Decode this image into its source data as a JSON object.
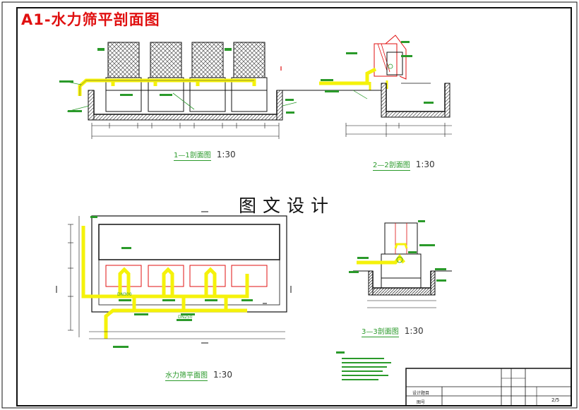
{
  "sheet": {
    "title": "A1-水力筛平剖面图",
    "watermark": "图文设计",
    "page_number": "2/5"
  },
  "views": [
    {
      "name": "1—1剖面图",
      "scale": "1:30"
    },
    {
      "name": "2—2剖面图",
      "scale": "1:30"
    },
    {
      "name": "水力筛平面图",
      "scale": "1:30"
    },
    {
      "name": "3—3剖面图",
      "scale": "1:30"
    }
  ],
  "labels": {
    "pipe_dn250": "DN250",
    "pipe_dn300": "DN300"
  },
  "title_block": {
    "row1": "设计题目",
    "row2": "图号"
  },
  "colors": {
    "pipe": "#f5f20a",
    "section_lines": "#e01010",
    "annotation": "#2a9a2a",
    "ink": "#111111"
  }
}
